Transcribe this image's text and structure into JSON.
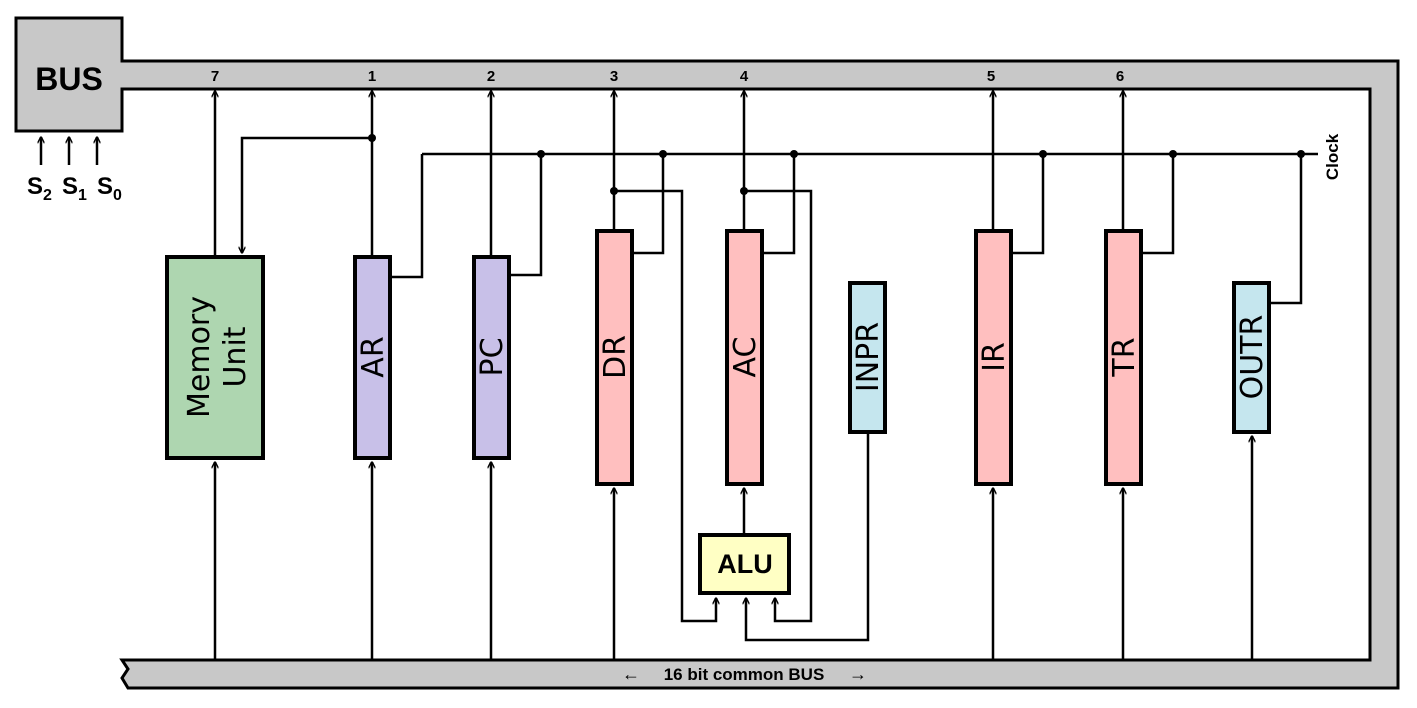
{
  "bus": {
    "title": "BUS",
    "selects": [
      "S",
      "S",
      "S"
    ],
    "select_subscripts": [
      "2",
      "1",
      "0"
    ],
    "clock_label": "Clock",
    "common_bus_label": "16 bit common BUS",
    "left_arrow": "←",
    "right_arrow": "→"
  },
  "line_numbers": {
    "memory": "7",
    "ar": "1",
    "pc": "2",
    "dr": "3",
    "ac": "4",
    "ir": "5",
    "tr": "6"
  },
  "registers": {
    "memory_line1": "Memory",
    "memory_line2": "Unit",
    "ar": "AR",
    "pc": "PC",
    "dr": "DR",
    "ac": "AC",
    "inpr": "INPR",
    "ir": "IR",
    "tr": "TR",
    "outr": "OUTR",
    "alu": "ALU"
  },
  "colors": {
    "bus_gray": "#c8c8c8",
    "memory_green": "#aed6b0",
    "address_purple": "#c8c0e8",
    "data_pink": "#ffbfbf",
    "io_blue": "#c5e6ee",
    "alu_yellow": "#ffffc4"
  }
}
